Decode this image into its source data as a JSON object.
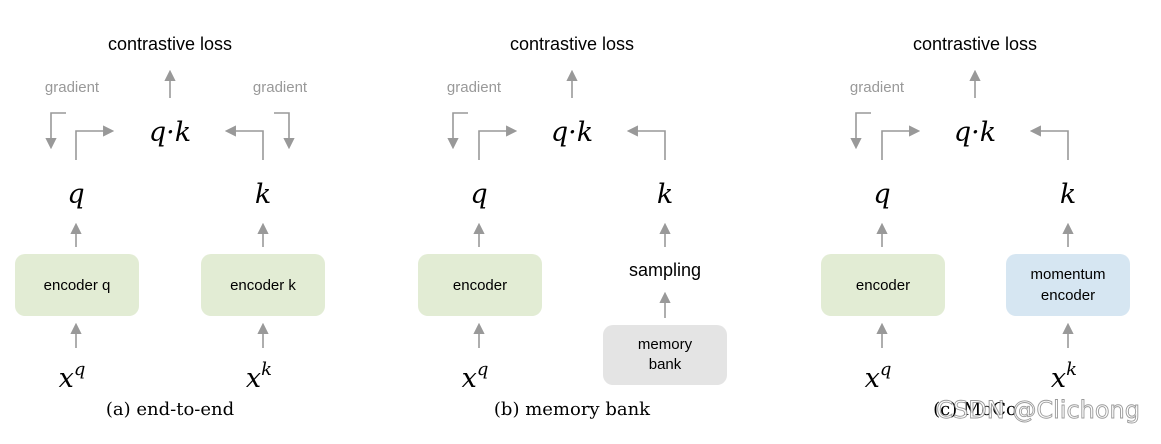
{
  "panels": [
    {
      "loss_label": "contrastive loss",
      "product_label": "q·k",
      "left_gradient": "gradient",
      "right_gradient": "gradient",
      "q_label": "q",
      "k_label": "k",
      "left_box": "encoder q",
      "right_box": "encoder k",
      "xq_base": "x",
      "xq_sup": "q",
      "xk_base": "x",
      "xk_sup": "k",
      "caption": "(a) end-to-end"
    },
    {
      "loss_label": "contrastive loss",
      "product_label": "q·k",
      "left_gradient": "gradient",
      "q_label": "q",
      "k_label": "k",
      "left_box": "encoder",
      "sampling_label": "sampling",
      "memory_box_line1": "memory",
      "memory_box_line2": "bank",
      "xq_base": "x",
      "xq_sup": "q",
      "caption": "(b) memory bank"
    },
    {
      "loss_label": "contrastive loss",
      "product_label": "q·k",
      "left_gradient": "gradient",
      "q_label": "q",
      "k_label": "k",
      "left_box": "encoder",
      "right_box_line1": "momentum",
      "right_box_line2": "encoder",
      "xq_base": "x",
      "xq_sup": "q",
      "xk_base": "x",
      "xk_sup": "k",
      "caption": "(c) MoCo"
    }
  ],
  "watermark": "CSDN @Clichong",
  "colors": {
    "encoder_fill": "#e2ecd4",
    "memory_fill": "#e4e4e4",
    "momentum_fill": "#d6e6f2",
    "arrow": "#999999",
    "gradient_text": "#999999",
    "text": "#000000"
  }
}
